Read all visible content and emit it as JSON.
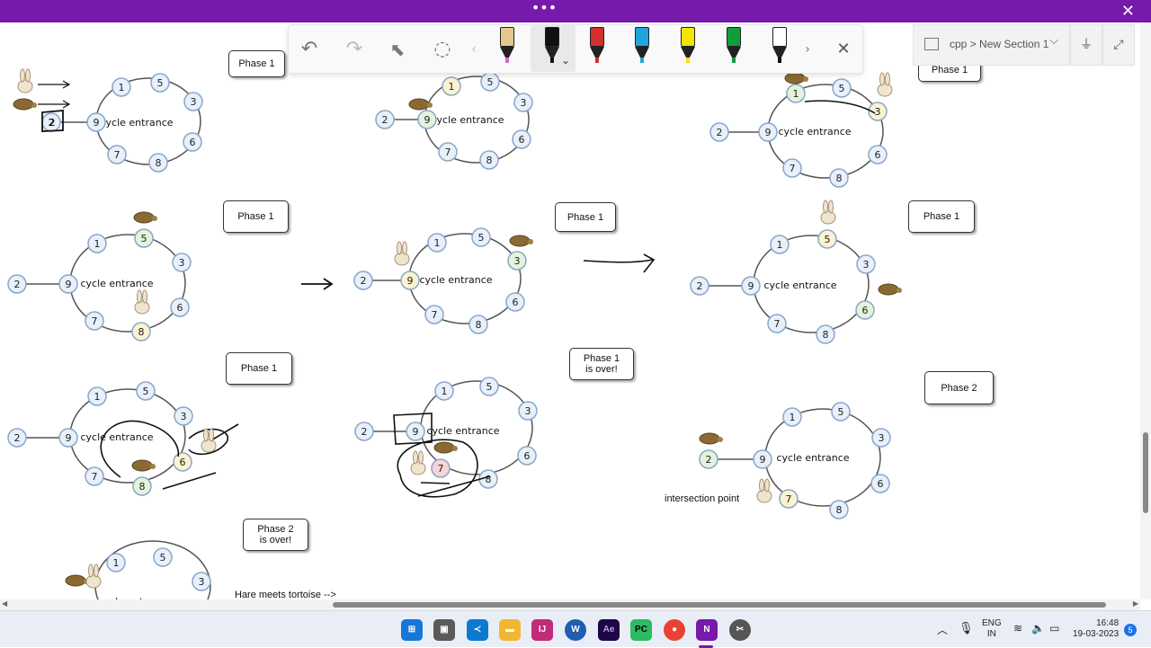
{
  "window": {
    "title_dots": "•••",
    "close_glyph": "✕",
    "accent": "#7719aa"
  },
  "toolbar": {
    "undo": "↶",
    "redo": "↷",
    "select": "⬉",
    "lasso": "◌",
    "prev": "‹",
    "next": "›",
    "close": "✕",
    "dropdown": "⌄",
    "pens": [
      {
        "name": "pencil-pen",
        "color": "#e6c88e",
        "nib": "#c86bd2"
      },
      {
        "name": "black-pen",
        "color": "#111111",
        "nib": "#111111"
      },
      {
        "name": "red-pen",
        "color": "#d32f2f",
        "nib": "#d32f2f"
      },
      {
        "name": "blue-pen",
        "color": "#1fa6dd",
        "nib": "#1fa6dd"
      },
      {
        "name": "yellow-highlighter",
        "color": "#f5e400",
        "nib": "#f5e400"
      },
      {
        "name": "green-pen",
        "color": "#0e9f3a",
        "nib": "#0e9f3a"
      },
      {
        "name": "white-pen",
        "color": "#ffffff",
        "nib": "#111111"
      }
    ]
  },
  "section": {
    "breadcrumb": "cpp > New Section 1",
    "chevron": "⌵",
    "filter": "⏚",
    "expand": "⤢"
  },
  "canvas": {
    "phases": {
      "p1": "Phase 1",
      "p2": "Phase 1",
      "p3": "Phase 1",
      "p4": "Phase 1",
      "p5": "Phase 1",
      "p6": "Phase 1",
      "p7": "Phase 1",
      "p_over": "Phase 1\nis over!",
      "p2_label": "Phase 2",
      "p2_over": "Phase 2\nis over!"
    },
    "cycle_label": "cycle entrance",
    "node_labels": [
      "1",
      "5",
      "3",
      "6",
      "8",
      "7",
      "9",
      "2"
    ],
    "intersection": "intersection point",
    "hare_meets": "Hare meets tortoise -->"
  },
  "taskbar": {
    "apps": [
      "Windows",
      "Task View",
      "VS Code",
      "File Explorer",
      "IntelliJ",
      "Edge-W",
      "After Effects",
      "PyCharm",
      "Chrome",
      "OneNote",
      "Snipping"
    ],
    "lang_line1": "ENG",
    "lang_line2": "IN",
    "time": "16:48",
    "date": "19-03-2023",
    "notif_count": "5"
  }
}
